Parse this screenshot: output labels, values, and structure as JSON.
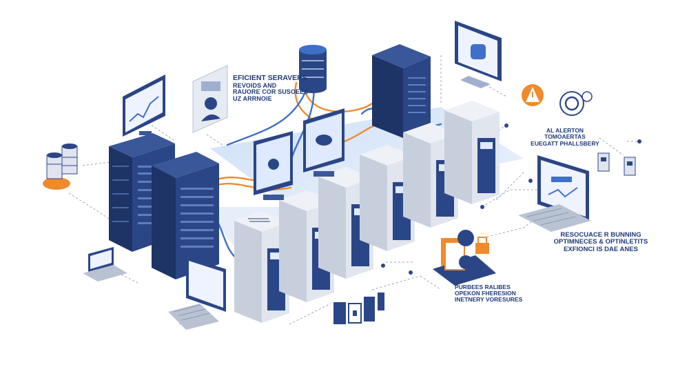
{
  "labels": {
    "top_title": "EFICIENT SERAVERS",
    "top_lines": "REVOIDS AND\nRAUORE COR SUSOEES\nUZ ARRNOIE",
    "alert_title": "AL ALERTON",
    "alert_lines": "TOMOAERTAS\nEUEGATT PHALLSBERY",
    "resource_text": "RESOCUACE R BUNNING\nOPTIMNECES & OPTINLETITS\nEXFIONCI IS DAE ANES",
    "buffer_text": "PURBEES RALIBES\nOPEKON FHERESION\nINETNERY VORESURES"
  },
  "colors": {
    "navy": "#2b4686",
    "navy_dark": "#1e3366",
    "blue_accent": "#3e6fc9",
    "orange": "#f08a2c",
    "light_rack": "#dfe4ee",
    "floor": "#d6e4f8"
  },
  "icons": [
    "chart-monitor-icon",
    "profile-card-icon",
    "database-stack-icon",
    "server-tower-icon",
    "display-monitor-icon",
    "alert-badge-icon",
    "ai-badge-icon",
    "database-orange-icon",
    "laptop-icon",
    "desktop-monitor-icon",
    "dashboard-monitor-icon",
    "lock-shield-icon",
    "usb-device-icon"
  ]
}
